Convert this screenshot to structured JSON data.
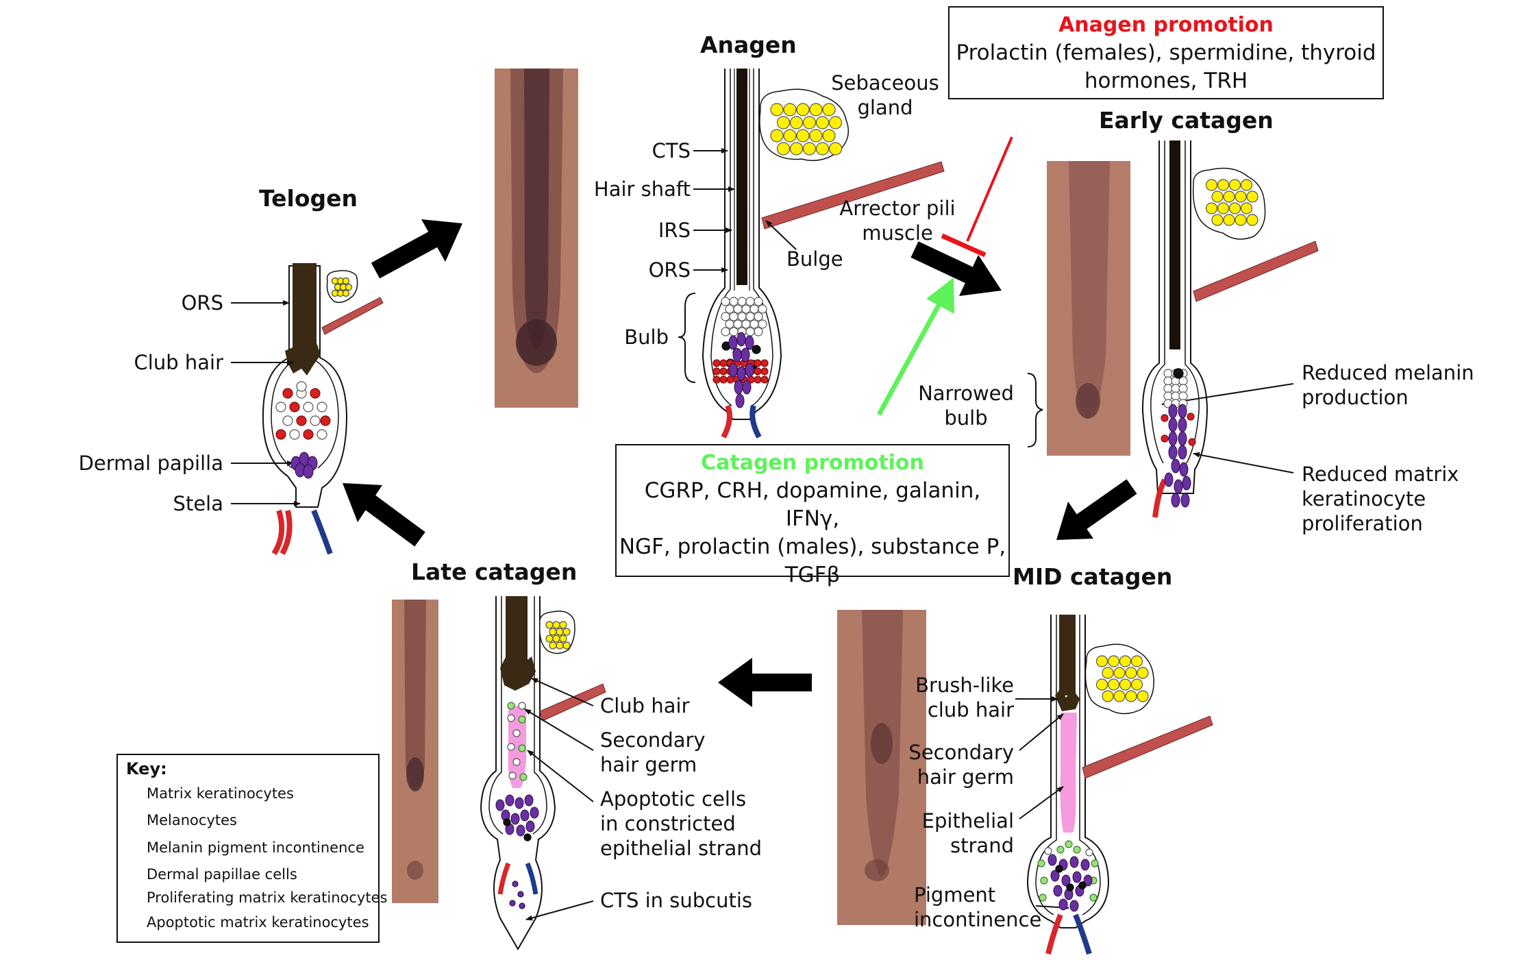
{
  "stages": {
    "telogen": "Telogen",
    "anagen": "Anagen",
    "early_catagen": "Early catagen",
    "mid_catagen": "MID catagen",
    "late_catagen": "Late catagen"
  },
  "telogen_labels": {
    "ors": "ORS",
    "club_hair": "Club hair",
    "dermal_papilla": "Dermal papilla",
    "stela": "Stela"
  },
  "anagen_labels": {
    "sebaceous_1": "Sebaceous",
    "sebaceous_2": "gland",
    "cts": "CTS",
    "hair_shaft": "Hair shaft",
    "irs": "IRS",
    "ors": "ORS",
    "bulb": "Bulb",
    "bulge": "Bulge",
    "arrector_1": "Arrector pili",
    "arrector_2": "muscle"
  },
  "early_catagen_labels": {
    "narrowed_1": "Narrowed",
    "narrowed_2": "bulb",
    "reduced_melanin_1": "Reduced melanin",
    "reduced_melanin_2": "production",
    "reduced_matrix_1": "Reduced matrix",
    "reduced_matrix_2": "keratinocyte",
    "reduced_matrix_3": "proliferation"
  },
  "mid_catagen_labels": {
    "brush_1": "Brush-like",
    "brush_2": "club hair",
    "secondary_1": "Secondary",
    "secondary_2": "hair germ",
    "epithelial_1": "Epithelial",
    "epithelial_2": "strand",
    "pigment_1": "Pigment",
    "pigment_2": "incontinence"
  },
  "late_catagen_labels": {
    "club_hair": "Club hair",
    "secondary_1": "Secondary",
    "secondary_2": "hair germ",
    "apoptotic_1": "Apoptotic cells",
    "apoptotic_2": "in constricted",
    "apoptotic_3": "epithelial strand",
    "cts_subcutis": "CTS in subcutis"
  },
  "anagen_promotion": {
    "title": "Anagen promotion",
    "line1": "Prolactin (females), spermidine, thyroid",
    "line2": "hormones, TRH",
    "color": "#e8141b"
  },
  "catagen_promotion": {
    "title": "Catagen promotion",
    "line1": "CGRP, CRH, dopamine, galanin, IFNγ,",
    "line2": "NGF, prolactin (males), substance P,",
    "line3": "TGFβ",
    "color": "#5ef25a"
  },
  "key": {
    "title": "Key:",
    "items": [
      "Matrix keratinocytes",
      "Melanocytes",
      "Melanin pigment incontinence",
      "Dermal papillae cells",
      "Proliferating matrix keratinocytes",
      "Apoptotic matrix keratinocytes"
    ]
  },
  "colors": {
    "hair_shaft": "#3a2a14",
    "sebaceous": "#ffef00",
    "muscle": "#c0504d",
    "dermal_papilla": "#6a2fa0",
    "proliferating": "#d81e1e",
    "apoptotic": "#9be07a",
    "strand": "#f59bdf",
    "vessel_red": "#d8262a",
    "vessel_blue": "#1f3a8a"
  }
}
